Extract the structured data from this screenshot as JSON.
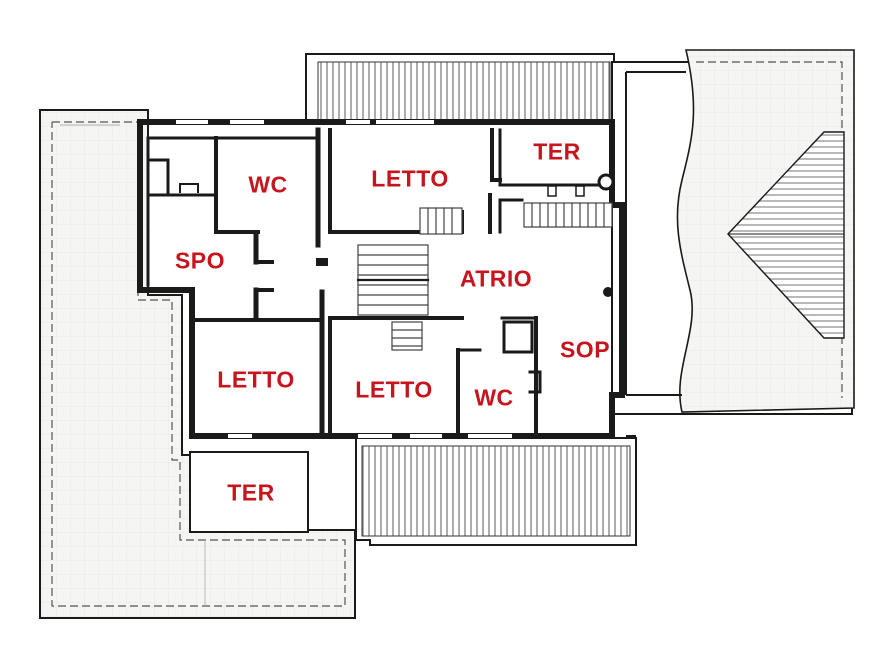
{
  "colors": {
    "wall": "#1a1a1a",
    "label": "#c8141c",
    "roof": "#f2f2f0",
    "terrace_hatch": "#8a8a8a"
  },
  "rooms": [
    {
      "id": "wc-top",
      "label": "WC"
    },
    {
      "id": "letto-top",
      "label": "LETTO"
    },
    {
      "id": "ter-top",
      "label": "TER"
    },
    {
      "id": "spo",
      "label": "SPO"
    },
    {
      "id": "atrio",
      "label": "ATRIO"
    },
    {
      "id": "sop",
      "label": "SOP"
    },
    {
      "id": "letto-left",
      "label": "LETTO"
    },
    {
      "id": "letto-mid",
      "label": "LETTO"
    },
    {
      "id": "wc-bottom",
      "label": "WC"
    },
    {
      "id": "ter-bottom",
      "label": "TER"
    }
  ]
}
